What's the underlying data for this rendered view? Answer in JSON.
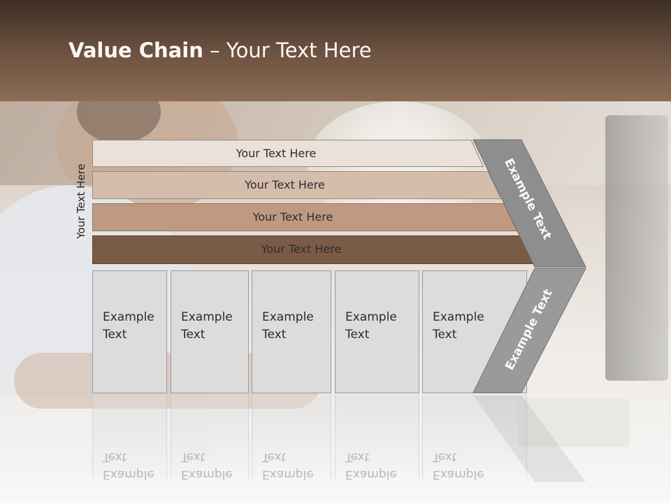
{
  "slide": {
    "title_bold": "Value Chain",
    "title_rest": " – Your Text Here",
    "vertical_label": "Your Text Here",
    "bars": [
      {
        "label": "Your Text Here",
        "color": "#eae1da"
      },
      {
        "label": "Your Text Here",
        "color": "#d5bdac"
      },
      {
        "label": "Your Text Here",
        "color": "#bf9a81"
      },
      {
        "label": "Your Text Here",
        "color": "#7a5b45"
      }
    ],
    "boxes": [
      {
        "line1": "Example",
        "line2": "Text"
      },
      {
        "line1": "Example",
        "line2": "Text"
      },
      {
        "line1": "Example",
        "line2": "Text"
      },
      {
        "line1": "Example",
        "line2": "Text"
      },
      {
        "line1": "Example",
        "line2": "Text"
      }
    ],
    "chevron_upper_label": "Example Text",
    "chevron_lower_label": "Example Text",
    "colors": {
      "header": "#6b5140",
      "chevron_upper": "#8e8e8e",
      "chevron_lower": "#9a9a9a",
      "box_fill": "#dcdcdc"
    }
  }
}
